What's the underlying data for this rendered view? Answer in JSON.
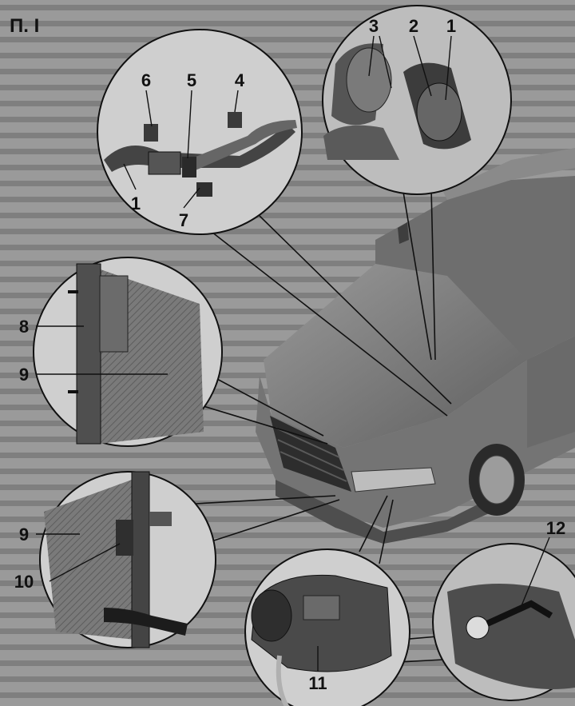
{
  "figure": {
    "label": "П. I"
  },
  "callouts": [
    {
      "id": "c1a",
      "text": "1"
    },
    {
      "id": "c1b",
      "text": "1"
    },
    {
      "id": "c2",
      "text": "2"
    },
    {
      "id": "c3",
      "text": "3"
    },
    {
      "id": "c4",
      "text": "4"
    },
    {
      "id": "c5",
      "text": "5"
    },
    {
      "id": "c6",
      "text": "6"
    },
    {
      "id": "c7",
      "text": "7"
    },
    {
      "id": "c8",
      "text": "8"
    },
    {
      "id": "c9a",
      "text": "9"
    },
    {
      "id": "c9b",
      "text": "9"
    },
    {
      "id": "c10",
      "text": "10"
    },
    {
      "id": "c11",
      "text": "11"
    },
    {
      "id": "c12",
      "text": "12"
    }
  ],
  "colors": {
    "paper": "#8f8f8f",
    "ink": "#111111",
    "circle_fill": "#cfcfcf",
    "car_body": "#7c7c7c"
  }
}
